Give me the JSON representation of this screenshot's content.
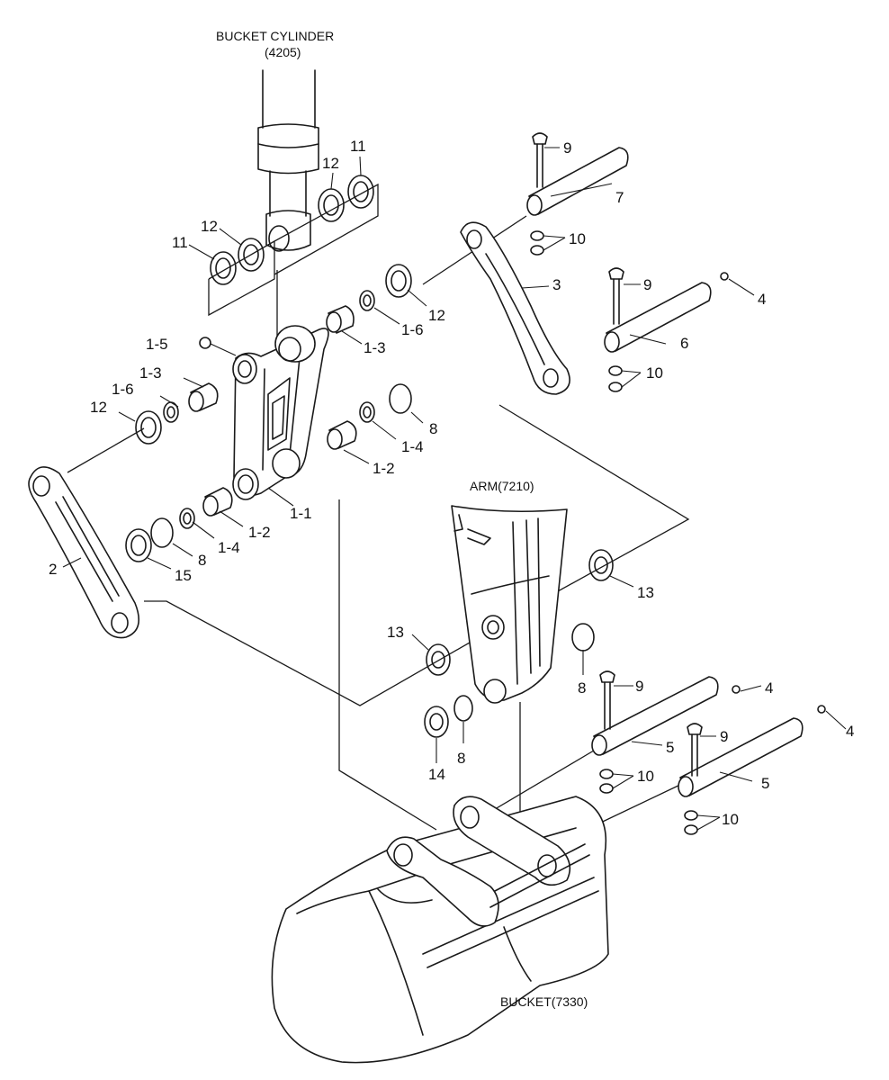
{
  "section_labels": {
    "bucket_cylinder": "BUCKET CYLINDER",
    "bucket_cylinder_ref": "(4205)",
    "arm": "ARM(7210)",
    "bucket": "BUCKET(7330)"
  },
  "callouts": {
    "c11a": "11",
    "c12a": "12",
    "c12b": "12",
    "c11b": "11",
    "c9a": "9",
    "c7": "7",
    "c10a": "10",
    "c12c": "12",
    "c3": "3",
    "c9b": "9",
    "c4a": "4",
    "c1_6a": "1-6",
    "c1_3a": "1-3",
    "c1_5": "1-5",
    "c6": "6",
    "c10b": "10",
    "c1_3b": "1-3",
    "c1_6b": "1-6",
    "c12d": "12",
    "c8a": "8",
    "c1_4a": "1-4",
    "c1_2a": "1-2",
    "c1_1": "1-1",
    "c1_2b": "1-2",
    "c8b": "8",
    "c1_4b": "1-4",
    "c15": "15",
    "c2": "2",
    "c13a": "13",
    "c13b": "13",
    "c8c": "8",
    "c9c": "9",
    "c4b": "4",
    "c9d": "9",
    "c4c": "4",
    "c5a": "5",
    "c8d": "8",
    "c14": "14",
    "c10c": "10",
    "c5b": "5",
    "c10d": "10"
  }
}
